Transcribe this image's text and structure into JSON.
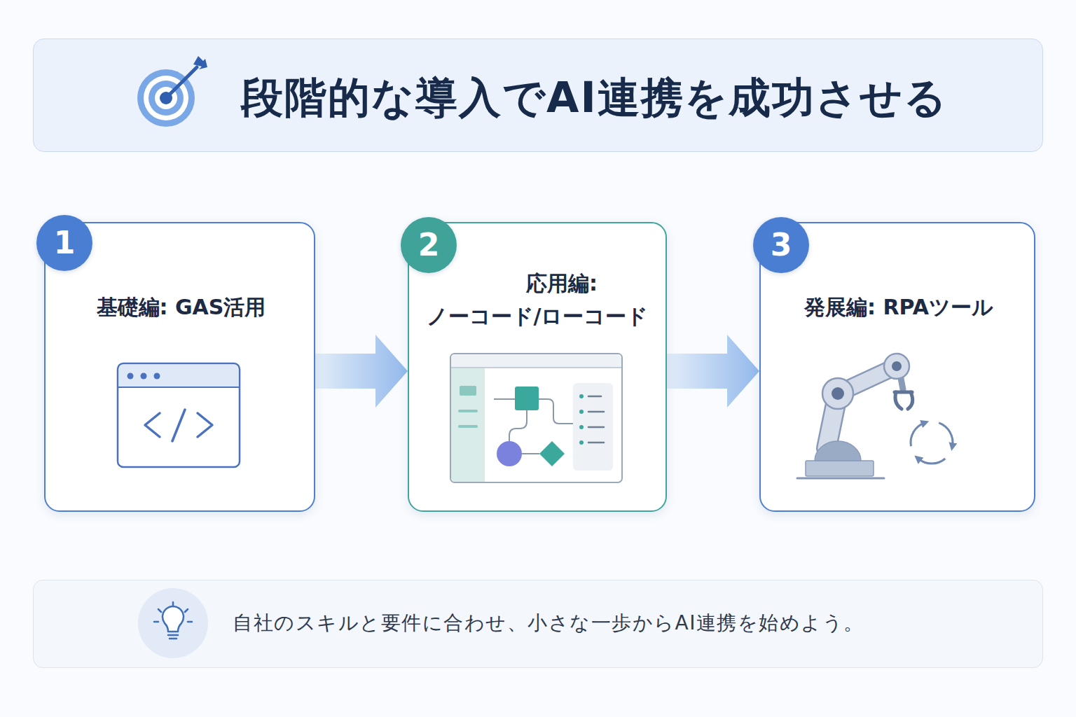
{
  "diagram": {
    "title": "段階的な導入でAI連携を成功させる",
    "caption": "自社のスキルと要件に合わせ、小さな一歩からAI連携を始めよう。",
    "nodes": [
      {
        "text": [
          "基礎編: GAS活用"
        ]
      },
      {
        "text": [
          "1"
        ],
        "in": 0
      },
      {
        "text": [
          "応用編: ノーコード/ローコード"
        ]
      },
      {
        "text": [
          "2"
        ],
        "in": 2
      },
      {
        "text": [
          "発展編: RPAツール"
        ]
      },
      {
        "text": [
          "3"
        ],
        "in": 4
      }
    ],
    "edges": [
      {
        "from": 0,
        "to": 2,
        "arrow": "to"
      },
      {
        "from": 2,
        "to": 4,
        "arrow": "to"
      }
    ]
  }
}
